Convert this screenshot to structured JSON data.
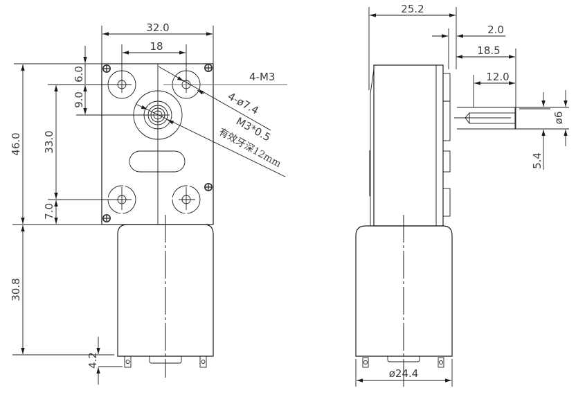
{
  "drawing": {
    "front_view": {
      "width_overall": "32.0",
      "hole_spacing_horizontal": "18",
      "height_gearbox": "46.0",
      "top_to_hole": "6.0",
      "hole_to_shaft": "9.0",
      "hole_spacing_vertical": "33.0",
      "bottom_to_hole": "7.0",
      "motor_length": "30.8",
      "terminal_length": "4.2",
      "callout_holes": "4-M3",
      "callout_bosses": "4-ø7.4",
      "callout_thread": "M3*0.5",
      "callout_thread_depth": "有效牙深12mm"
    },
    "side_view": {
      "depth_gearbox": "25.2",
      "flange_thickness": "2.0",
      "shaft_length": "18.5",
      "flat_length": "12.0",
      "shaft_diameter": "ø6",
      "flat_dimension": "5.4",
      "motor_diameter": "ø24.4"
    }
  }
}
